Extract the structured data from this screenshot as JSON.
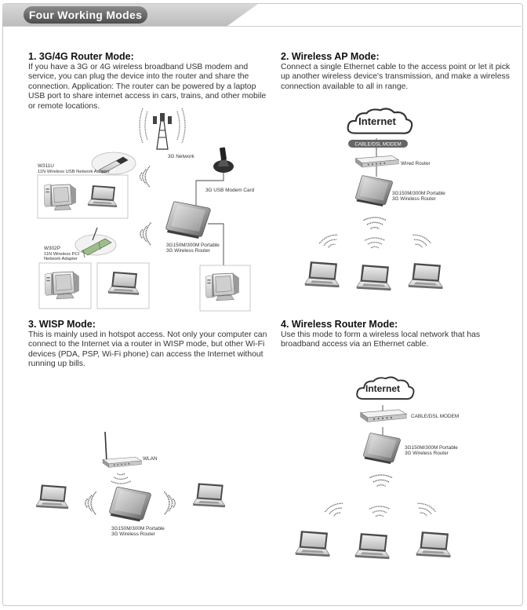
{
  "header": {
    "title": "Four Working Modes"
  },
  "modes": [
    {
      "heading": "1. 3G/4G Router Mode:",
      "text": "If you have a 3G or 4G wireless broadband USB modem and service, you can plug the device into the router and share the connection. Application: The router can be powered by a laptop USB port to share internet access in cars, trains, and other mobile or remote locations."
    },
    {
      "heading": "2. Wireless AP Mode:",
      "text": "Connect a single Ethernet cable to the access point or let it pick up another wireless device's transmission, and make a wireless connection available to all in range."
    },
    {
      "heading": "3. WISP Mode:",
      "text": "This is mainly used in hotspot access. Not only your computer can connect to the Internet via a router in WISP mode, but other Wi-Fi devices (PDA, PSP, Wi-Fi phone) can access the Internet without running up bills."
    },
    {
      "heading": "4. Wireless Router Mode:",
      "text": "Use this mode to form a wireless local network that has broadband access via an Ethernet cable."
    }
  ],
  "diagram1": {
    "network": "3G Network",
    "modem_card": "3G USB Modem Card",
    "adapter1_name": "W311U",
    "adapter1_desc": "11N Wireless USB Network Adapter",
    "adapter2_name": "W302P",
    "adapter2_desc1": "11N Wireless PCI",
    "adapter2_desc2": "Network Adapter",
    "router_line1": "3G150M/300M Portable",
    "router_line2": "3G Wireless Router"
  },
  "diagram2": {
    "internet": "Internet",
    "modem": "CABLE/DSL MODEM",
    "wired_router": "Wired Router",
    "router_line1": "3G150M/300M Portable",
    "router_line2": "3G Wireless Router"
  },
  "diagram3": {
    "wlan": "WLAN",
    "router_line1": "3G150M/300M Portable",
    "router_line2": "3G Wireless Router"
  },
  "diagram4": {
    "internet": "Internet",
    "modem": "CABLE/DSL MODEM",
    "router_line1": "3G150M/300M Portable",
    "router_line2": "3G Wireless Router"
  }
}
